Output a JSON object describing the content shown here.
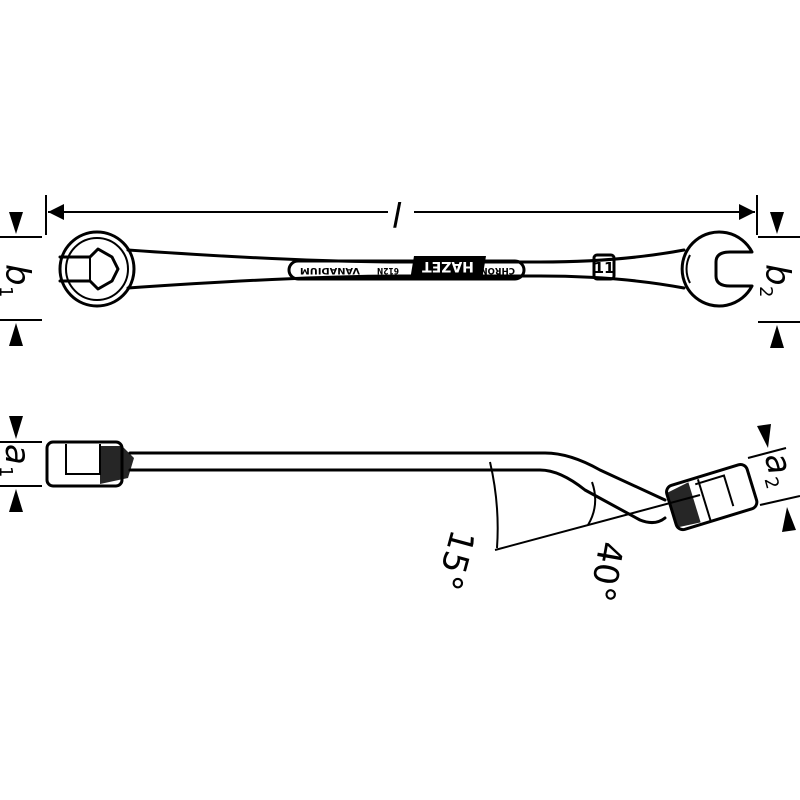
{
  "dimensions": {
    "length": "l",
    "b1": {
      "letter": "b",
      "sub": "1"
    },
    "b2": {
      "letter": "b",
      "sub": "2"
    },
    "a1": {
      "letter": "a",
      "sub": "1"
    },
    "a2": {
      "letter": "a",
      "sub": "2"
    }
  },
  "angles": {
    "small": "15°",
    "large": "40°"
  },
  "marking": {
    "size": "11",
    "brand": "HAZET",
    "texts": [
      "CHROM",
      "612N",
      "VANADIUM"
    ]
  }
}
